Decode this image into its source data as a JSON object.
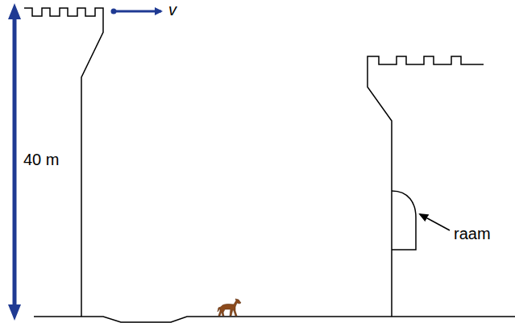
{
  "diagram": {
    "labels": [
      "v",
      "40 m",
      "raam"
    ]
  }
}
